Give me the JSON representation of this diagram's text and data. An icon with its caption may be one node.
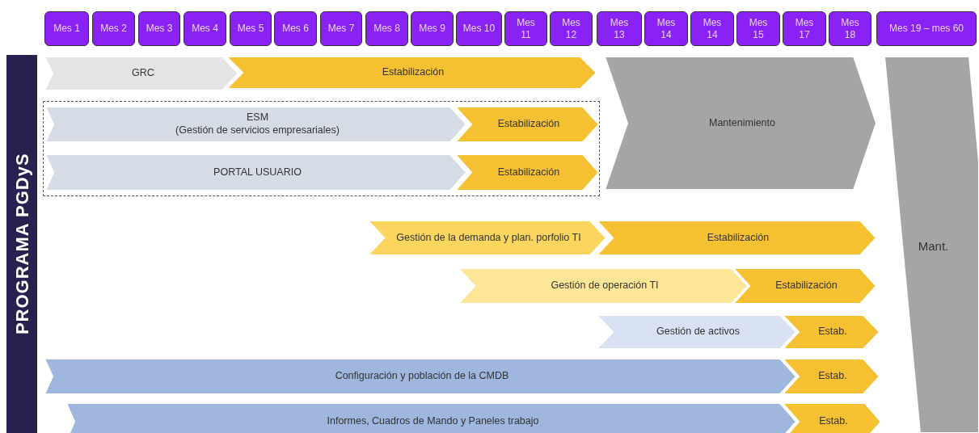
{
  "diagram": {
    "nodes": [
      {
        "text": [
          "Mes 1"
        ]
      },
      {
        "text": [
          "Mes 2"
        ]
      },
      {
        "text": [
          "Mes 3"
        ]
      },
      {
        "text": [
          "Mes 4"
        ]
      },
      {
        "text": [
          "Mes 5"
        ]
      },
      {
        "text": [
          "Mes 6"
        ]
      },
      {
        "text": [
          "Mes 7"
        ]
      },
      {
        "text": [
          "Mes 8"
        ]
      },
      {
        "text": [
          "Mes 9"
        ]
      },
      {
        "text": [
          "Mes 10"
        ]
      },
      {
        "text": [
          "Mes 11"
        ]
      },
      {
        "text": [
          "Mes 12"
        ]
      },
      {
        "text": [
          "Mes 13"
        ]
      },
      {
        "text": [
          "Mes 14"
        ]
      },
      {
        "text": [
          "Mes 14"
        ]
      },
      {
        "text": [
          "Mes 15"
        ]
      },
      {
        "text": [
          "Mes 17"
        ]
      },
      {
        "text": [
          "Mes 18"
        ]
      },
      {
        "text": [
          "Mes 19 – mes 60"
        ]
      },
      {
        "text": [
          "PROGRAMA PGDyS"
        ]
      },
      {
        "text": [
          "GRC"
        ]
      },
      {
        "text": [
          "Estabilización"
        ]
      },
      {
        "text": [],
        "shape": "box"
      },
      {
        "text": [
          "ESM",
          "(Gestión de servicios empresariales)"
        ],
        "in": 22
      },
      {
        "text": [
          "Estabilización"
        ],
        "in": 22
      },
      {
        "text": [
          "PORTAL USUARIO"
        ],
        "in": 22
      },
      {
        "text": [
          "Estabilización"
        ],
        "in": 22
      },
      {
        "text": [
          "Mantenimiento"
        ]
      },
      {
        "text": [
          "Mant."
        ]
      },
      {
        "text": [
          "Gestión de la demanda y plan. porfolio TI"
        ]
      },
      {
        "text": [
          "Estabilización"
        ]
      },
      {
        "text": [
          "Gestión de operación TI"
        ]
      },
      {
        "text": [
          "Estabilización"
        ]
      },
      {
        "text": [
          "Gestión de activos"
        ]
      },
      {
        "text": [
          "Estab."
        ]
      },
      {
        "text": [
          "Configuración y población de la CMDB"
        ]
      },
      {
        "text": [
          "Estab."
        ]
      },
      {
        "text": [
          "Informes, Cuadros de Mando y Paneles trabajo"
        ]
      },
      {
        "text": [
          "Estab."
        ]
      }
    ]
  }
}
